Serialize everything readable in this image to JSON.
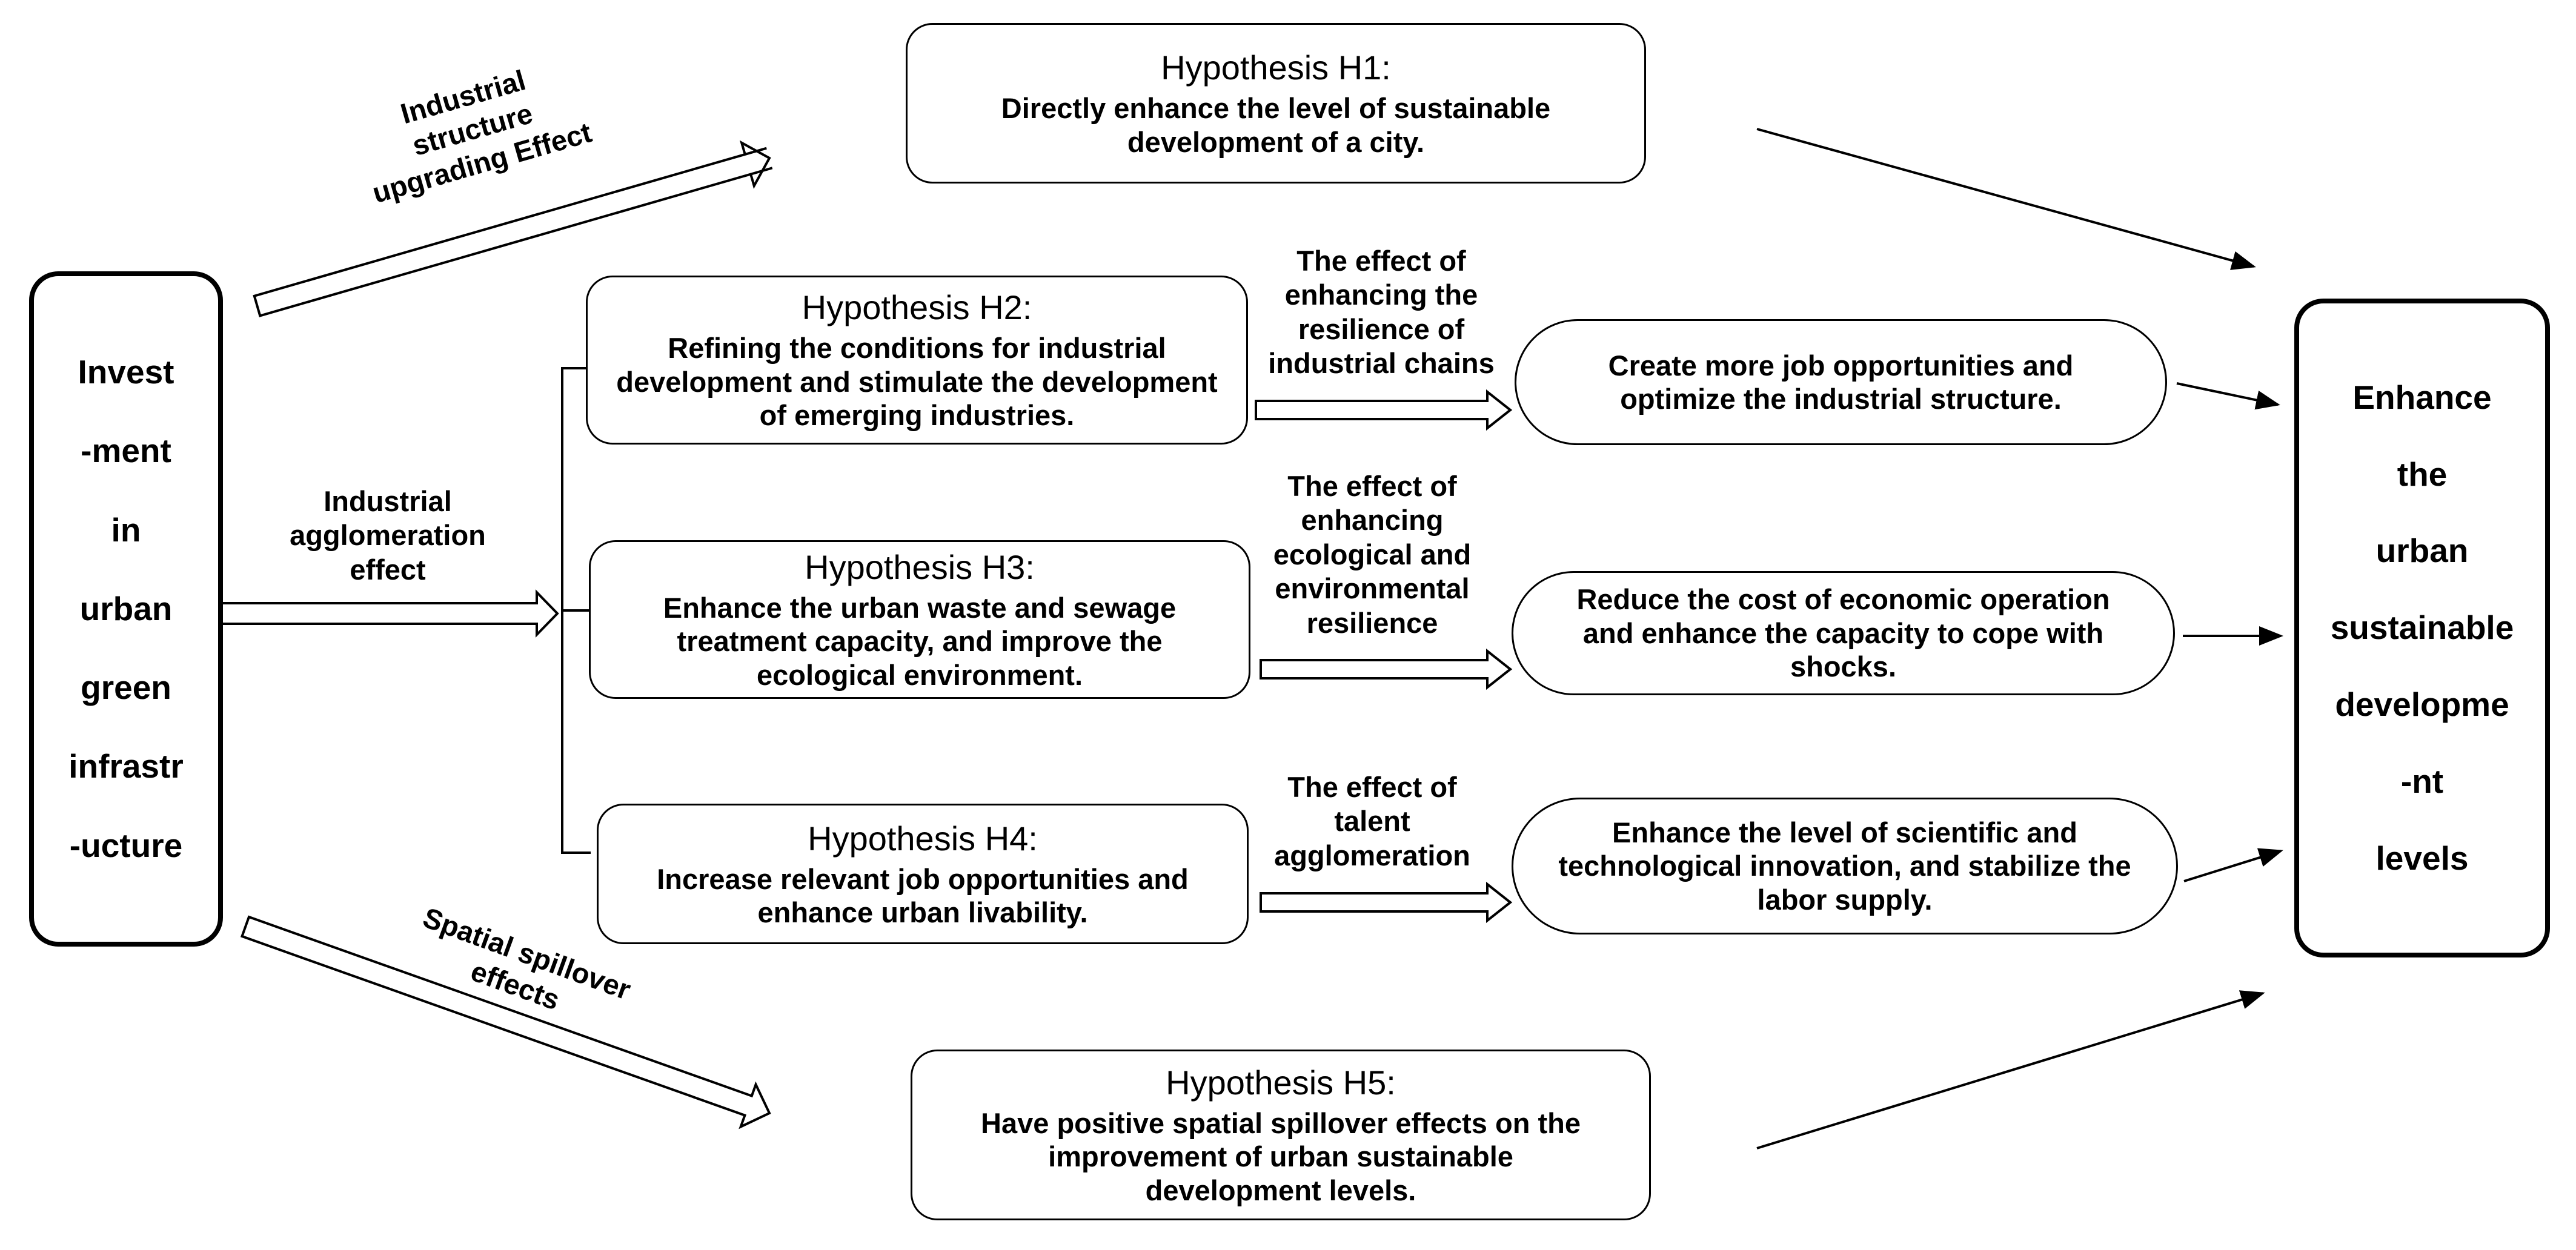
{
  "left_box": {
    "lines": [
      "Invest",
      "-ment",
      "in",
      "urban",
      "green",
      "infrastr",
      "-ucture"
    ]
  },
  "right_box": {
    "lines": [
      "Enhance",
      "the",
      "urban",
      "sustainable",
      "developme",
      "-nt",
      "levels"
    ]
  },
  "hypotheses": {
    "h1": {
      "title": "Hypothesis H1:",
      "desc": "Directly enhance the level of sustainable development of a city."
    },
    "h2": {
      "title": "Hypothesis H2:",
      "desc": "Refining the conditions for industrial development and stimulate the development of emerging industries."
    },
    "h3": {
      "title": "Hypothesis H3:",
      "desc": "Enhance the urban waste and sewage treatment capacity, and improve the ecological environment."
    },
    "h4": {
      "title": "Hypothesis H4:",
      "desc": "Increase relevant job opportunities and enhance urban livability."
    },
    "h5": {
      "title": "Hypothesis H5:",
      "desc": "Have positive spatial spillover effects on the improvement of urban sustainable development levels."
    }
  },
  "outcomes": {
    "o1": "Create more job opportunities and optimize the industrial structure.",
    "o2": "Reduce the cost of economic operation and enhance the capacity to cope with shocks.",
    "o3": "Enhance the level of scientific and technological innovation, and stabilize the labor supply."
  },
  "labels": {
    "industrial_structure": [
      "Industrial",
      "structure",
      "upgrading Effect"
    ],
    "industrial_agglomeration": [
      "Industrial",
      "agglomeration",
      "effect"
    ],
    "spatial_spillover": [
      "Spatial spillover",
      "effects"
    ],
    "effect_chains": [
      "The effect of",
      "enhancing the",
      "resilience of",
      "industrial chains"
    ],
    "effect_ecological": [
      "The effect of",
      "enhancing",
      "ecological and",
      "environmental",
      "resilience"
    ],
    "effect_talent": [
      "The effect of",
      "talent",
      "agglomeration"
    ]
  }
}
